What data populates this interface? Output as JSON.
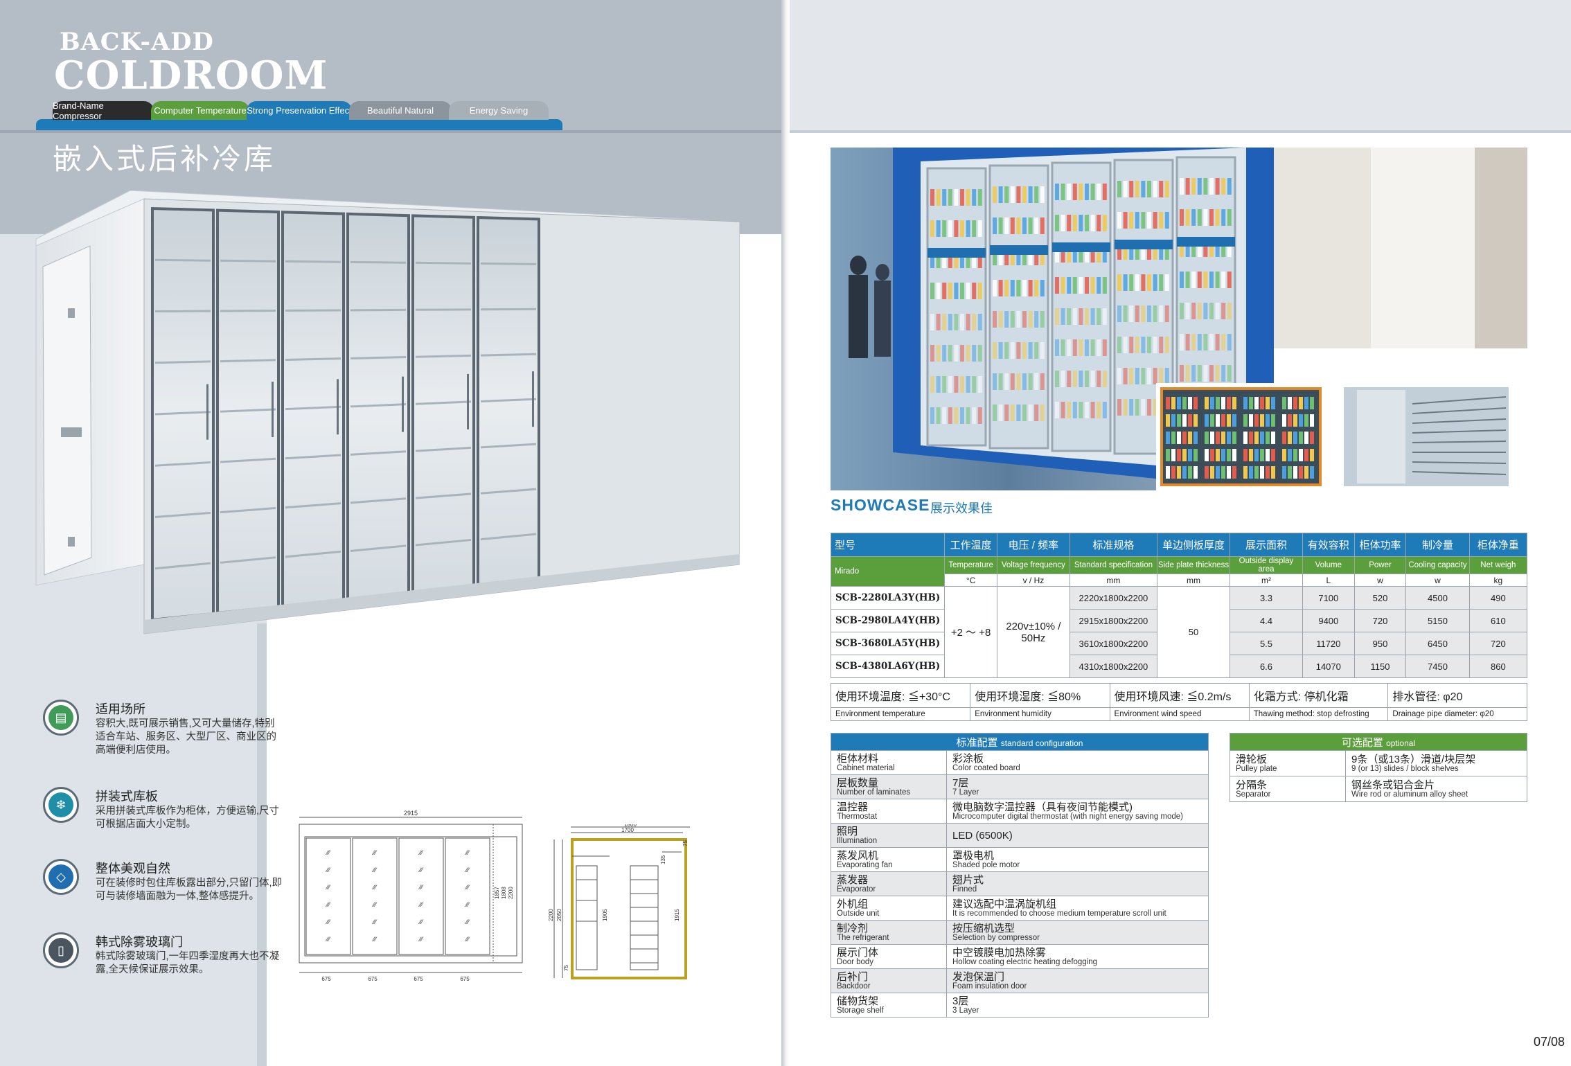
{
  "header": {
    "title_small": "BACK-ADD",
    "title_big": "COLDROOM",
    "tabs": [
      {
        "label": "Brand-Name Compressor",
        "color": "#2b2b2b"
      },
      {
        "label": "Computer Temperature",
        "color": "#5b9f3c"
      },
      {
        "label": "Strong Preservation Effect",
        "color": "#1f7ab8"
      },
      {
        "label": "Beautiful Natural",
        "color": "#8c959e"
      },
      {
        "label": "Energy Saving",
        "color": "#a7afb7"
      }
    ],
    "cn_title": "嵌入式后补冷库"
  },
  "features": [
    {
      "title": "适用场所",
      "text": "容积大,既可展示销售,又可大量储存,特别适合车站、服务区、大型厂区、商业区的高端便利店使用。",
      "icon": "document-icon",
      "color": "#3f9b57"
    },
    {
      "title": "拼装式库板",
      "text": "采用拼装式库板作为柜体，方便运输,尺寸可根据店面大小定制。",
      "icon": "snowflake-icon",
      "color": "#1f8fa8"
    },
    {
      "title": "整体美观自然",
      "text": "可在装修时包住库板露出部分,只留门体,即可与装修墙面融为一体,整体感提升。",
      "icon": "diamond-icon",
      "color": "#1f6fb0"
    },
    {
      "title": "韩式除雾玻璃门",
      "text": "韩式除雾玻璃门,一年四季湿度再大也不凝露,全天候保证展示效果。",
      "icon": "glass-door-icon",
      "color": "#4a5560"
    }
  ],
  "drawings": {
    "front_width": "2915",
    "front_bottom": [
      "675",
      "675",
      "675",
      "675"
    ],
    "front_heights": [
      "1857",
      "1808",
      "2200"
    ],
    "side_top": [
      "1800",
      "1700"
    ],
    "side_dims": [
      "135",
      "75",
      "2200",
      "2050",
      "1905",
      "1915",
      "75"
    ]
  },
  "showcase": {
    "title": "SHOWCASE",
    "subtitle": "展示效果佳"
  },
  "spec_table": {
    "headers_cn": [
      "型号",
      "工作温度",
      "电压 / 频率",
      "标准规格",
      "单边侧板厚度",
      "展示面积",
      "有效容积",
      "柜体功率",
      "制冷量",
      "柜体净重"
    ],
    "headers_en": [
      "Mirado",
      "Temperature",
      "Voltage frequency",
      "Standard specification",
      "Side plate thickness",
      "Outside display area",
      "Volume",
      "Power",
      "Cooling capacity",
      "Net weigh"
    ],
    "units": [
      "°C",
      "v / Hz",
      "mm",
      "mm",
      "m²",
      "L",
      "w",
      "w",
      "kg"
    ],
    "temperature": "+2 ～ +8",
    "voltage": "220v±10% / 50Hz",
    "thickness": "50",
    "rows": [
      {
        "model": "SCB-2280LA3Y(HB)",
        "spec": "2220x1800x2200",
        "area": "3.3",
        "volume": "7100",
        "power": "520",
        "cooling": "4500",
        "weight": "490"
      },
      {
        "model": "SCB-2980LA4Y(HB)",
        "spec": "2915x1800x2200",
        "area": "4.4",
        "volume": "9400",
        "power": "720",
        "cooling": "5150",
        "weight": "610"
      },
      {
        "model": "SCB-3680LA5Y(HB)",
        "spec": "3610x1800x2200",
        "area": "5.5",
        "volume": "11720",
        "power": "950",
        "cooling": "6450",
        "weight": "720"
      },
      {
        "model": "SCB-4380LA6Y(HB)",
        "spec": "4310x1800x2200",
        "area": "6.6",
        "volume": "14070",
        "power": "1150",
        "cooling": "7450",
        "weight": "860"
      }
    ]
  },
  "env": [
    {
      "cn": "使用环境温度: ≦+30°C",
      "en": "Environment temperature"
    },
    {
      "cn": "使用环境湿度: ≦80%",
      "en": "Environment humidity"
    },
    {
      "cn": "使用环境风速: ≦0.2m/s",
      "en": "Environment wind speed"
    },
    {
      "cn": "化霜方式: 停机化霜",
      "en": "Thawing method: stop defrosting"
    },
    {
      "cn": "排水管径: φ20",
      "en": "Drainage pipe diameter: φ20"
    }
  ],
  "standard": {
    "title_cn": "标准配置",
    "title_en": "standard configuration",
    "rows": [
      {
        "k_cn": "柜体材料",
        "k_en": "Cabinet material",
        "v_cn": "彩涂板",
        "v_en": "Color coated board"
      },
      {
        "k_cn": "层板数量",
        "k_en": "Number of laminates",
        "v_cn": "7层",
        "v_en": "7 Layer"
      },
      {
        "k_cn": "温控器",
        "k_en": "Thermostat",
        "v_cn": "微电脑数字温控器（具有夜间节能模式)",
        "v_en": "Microcomputer digital thermostat (with night energy saving mode)"
      },
      {
        "k_cn": "照明",
        "k_en": "Illumination",
        "v_cn": "LED (6500K)",
        "v_en": ""
      },
      {
        "k_cn": "蒸发风机",
        "k_en": "Evaporating fan",
        "v_cn": "罩极电机",
        "v_en": "Shaded pole motor"
      },
      {
        "k_cn": "蒸发器",
        "k_en": "Evaporator",
        "v_cn": "翅片式",
        "v_en": "Finned"
      },
      {
        "k_cn": "外机组",
        "k_en": "Outside unit",
        "v_cn": "建议选配中温涡旋机组",
        "v_en": "It is recommended to choose medium temperature scroll unit"
      },
      {
        "k_cn": "制冷剂",
        "k_en": "The refrigerant",
        "v_cn": "按压缩机选型",
        "v_en": "Selection by compressor"
      },
      {
        "k_cn": "展示门体",
        "k_en": "Door body",
        "v_cn": "中空镀膜电加热除雾",
        "v_en": "Hollow coating electric heating defogging"
      },
      {
        "k_cn": "后补门",
        "k_en": "Backdoor",
        "v_cn": "发泡保温门",
        "v_en": "Foam insulation door"
      },
      {
        "k_cn": "储物货架",
        "k_en": "Storage shelf",
        "v_cn": "3层",
        "v_en": "3 Layer"
      }
    ]
  },
  "optional": {
    "title_cn": "可选配置",
    "title_en": "optional",
    "rows": [
      {
        "k_cn": "滑轮板",
        "k_en": "Pulley plate",
        "v_cn": "9条（或13条）滑道/块层架",
        "v_en": "9 (or 13) slides / block shelves"
      },
      {
        "k_cn": "分隔条",
        "k_en": "Separator",
        "v_cn": "钢丝条或铝合金片",
        "v_en": "Wire rod or aluminum alloy sheet"
      }
    ]
  },
  "page_number": "07/08"
}
